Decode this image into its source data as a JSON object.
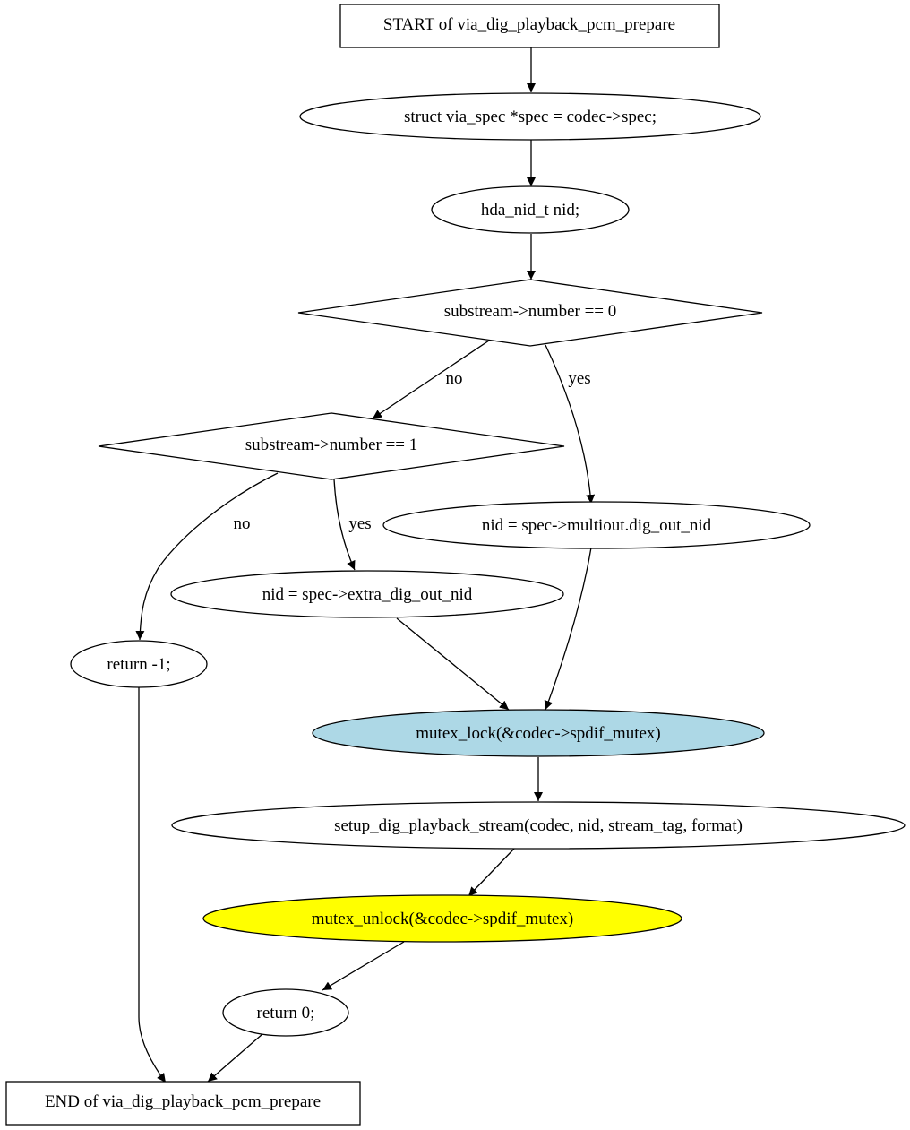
{
  "nodes": {
    "start": {
      "label": "START of via_dig_playback_pcm_prepare",
      "shape": "box",
      "fill": "#ffffff"
    },
    "spec_decl": {
      "label": "struct via_spec *spec = codec->spec;",
      "shape": "ellipse",
      "fill": "#ffffff"
    },
    "nid_decl": {
      "label": "hda_nid_t nid;",
      "shape": "ellipse",
      "fill": "#ffffff"
    },
    "cond0": {
      "label": "substream->number == 0",
      "shape": "diamond",
      "fill": "#ffffff"
    },
    "cond1": {
      "label": "substream->number == 1",
      "shape": "diamond",
      "fill": "#ffffff"
    },
    "assign_multiout": {
      "label": "nid = spec->multiout.dig_out_nid",
      "shape": "ellipse",
      "fill": "#ffffff"
    },
    "assign_extra": {
      "label": "nid = spec->extra_dig_out_nid",
      "shape": "ellipse",
      "fill": "#ffffff"
    },
    "return_neg": {
      "label": "return -1;",
      "shape": "ellipse",
      "fill": "#ffffff"
    },
    "mutex_lock": {
      "label": "mutex_lock(&codec->spdif_mutex)",
      "shape": "ellipse",
      "fill": "#add8e6"
    },
    "setup": {
      "label": "setup_dig_playback_stream(codec, nid, stream_tag, format)",
      "shape": "ellipse",
      "fill": "#ffffff"
    },
    "mutex_unlock": {
      "label": "mutex_unlock(&codec->spdif_mutex)",
      "shape": "ellipse",
      "fill": "#ffff00"
    },
    "return_zero": {
      "label": "return 0;",
      "shape": "ellipse",
      "fill": "#ffffff"
    },
    "end": {
      "label": "END of via_dig_playback_pcm_prepare",
      "shape": "box",
      "fill": "#ffffff"
    }
  },
  "edges": {
    "cond0_no": {
      "from": "cond0",
      "to": "cond1",
      "label": "no"
    },
    "cond0_yes": {
      "from": "cond0",
      "to": "assign_multiout",
      "label": "yes"
    },
    "cond1_no": {
      "from": "cond1",
      "to": "return_neg",
      "label": "no"
    },
    "cond1_yes": {
      "from": "cond1",
      "to": "assign_extra",
      "label": "yes"
    }
  }
}
